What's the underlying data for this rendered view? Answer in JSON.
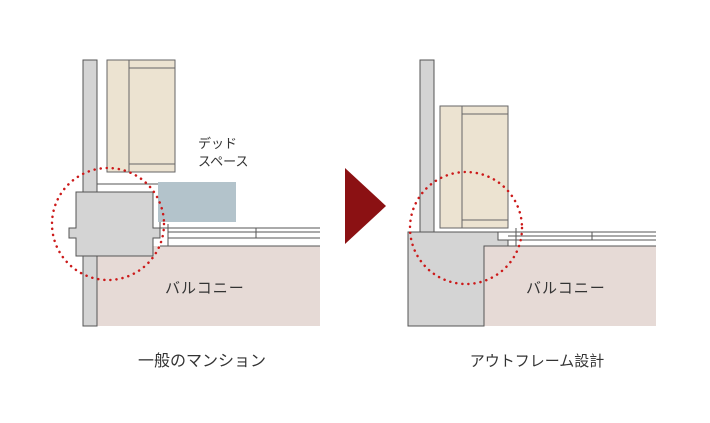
{
  "left_panel": {
    "caption": "一般のマンション",
    "balcony_label": "バルコニー",
    "dead_space_label": [
      "デッド",
      "スペース"
    ]
  },
  "right_panel": {
    "caption": "アウトフレーム設計",
    "balcony_label": "バルコニー"
  },
  "colors": {
    "concrete": "#d4d4d4",
    "balcony": "#e6dad6",
    "furniture": "#ece3d1",
    "dead_space": "#b3c3cb",
    "arrow": "#8b1113",
    "highlight_circle": "#cc1a1a",
    "line": "#555555"
  }
}
